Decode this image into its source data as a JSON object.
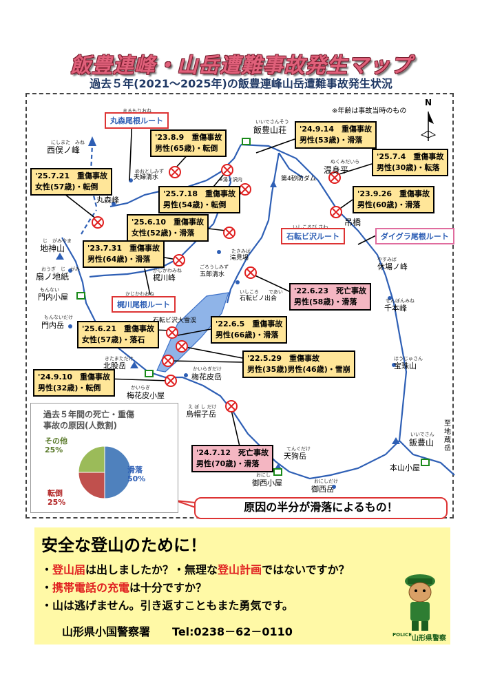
{
  "title": "飯豊連峰・山岳遭難事故発生マップ",
  "subtitle": "過去５年(2021～2025年)の飯豊連峰山岳遭難事故発生状況",
  "note_age": "※年齢は事故当時のもの",
  "compass": "N",
  "routes": {
    "marumori": "丸森尾根ルート",
    "marumori_ruby": "まるもりおね",
    "kajikawa": "梶川尾根ルート",
    "kajikawa_ruby": "かじかわおね",
    "ishikorobi": "石転ビ沢ルート",
    "ishikorobi_ruby": "いしころび さわ",
    "daigura": "ダイグラ尾根ルート"
  },
  "places": {
    "iide_sanso": "飯豊山荘",
    "iide_sanso_ruby": "いいでさんそう",
    "nishimata": "西俣ノ峰",
    "nishimata_ruby": "にしまた　みね",
    "yumi_dammu": "第4砂防ダム",
    "nukumidaira": "温身平",
    "nukumidaira_ruby": "ぬくみだいら",
    "mezawa": "夫婦清水",
    "mezawa_ruby": "めおとしみず",
    "nuno_tsuri": "※湯ノ沢内",
    "marumori_mine": "丸森峰",
    "tsuribashi": "吊橋",
    "jigamiyama": "地神山",
    "jigamiyama_ruby": "じ　がみやま",
    "takimi": "滝見場",
    "takimi_ruby": "たきみば",
    "kajikawa_mine": "梶川峰",
    "kajikawa_mine_ruby": "かじかわみね",
    "goro": "五郎清水",
    "goro_ruby": "ごろうしみず",
    "ogino": "扇ノ地紙",
    "ogino_ruby": "おうぎ　じ　がみ",
    "kyuba": "休場ノ峰",
    "kyuba_ruby": "やすみば",
    "monnai_hut": "門内小屋",
    "monnai_hut_ruby": "もんない",
    "ishikorobi_de": "石転ビノ出合",
    "ishikorobi_de_ruby": "いしころ　　であい",
    "senbon": "千本峰",
    "senbon_ruby": "せんぼんみね",
    "monnai_peak": "門内岳",
    "monnai_peak_ruby": "もんないだけ",
    "daisekkei": "石転ビ沢大雪渓",
    "kitamata": "北股岳",
    "kitamata_ruby": "きたまただけ",
    "kairagi": "梅花皮岳",
    "kairagi_ruby": "かいらぎだけ",
    "kairagi_hut": "梅花皮小屋",
    "kairagi_hut_ruby": "かいらぎ",
    "hojuzan": "宝珠山",
    "hojuzan_ruby": "ほうじゅさん",
    "eboshi": "烏帽子岳",
    "eboshi_ruby": "え ぼ し だけ",
    "tenguu": "天狗岳",
    "tenguu_ruby": "てんぐだけ",
    "iidesan": "飯豊山",
    "iidesan_ruby": "いいでさん",
    "honyama": "本山小屋",
    "onishi_hut": "御西小屋",
    "onishi_hut_ruby": "おにし",
    "onishi_peak": "御西岳",
    "onishi_peak_ruby": "おにしだけ",
    "shichi": "至地蔵岳"
  },
  "incidents": [
    {
      "date": "'24.9.14",
      "type": "重傷事故",
      "detail": "男性(53歳)・滑落",
      "pink": false
    },
    {
      "date": "'23.8.9",
      "type": "重傷事故",
      "detail": "男性(65歳)・転倒",
      "pink": false
    },
    {
      "date": "'25.7.4",
      "type": "重傷事故",
      "detail": "男性(30歳)・転落",
      "pink": false
    },
    {
      "date": "'25.7.21",
      "type": "重傷事故",
      "detail": "女性(57歳)・転倒",
      "pink": false
    },
    {
      "date": "'25.7.18",
      "type": "重傷事故",
      "detail": "男性(54歳)・転倒",
      "pink": false
    },
    {
      "date": "'23.9.26",
      "type": "重傷事故",
      "detail": "男性(60歳)・滑落",
      "pink": false
    },
    {
      "date": "'25.6.10",
      "type": "重傷事故",
      "detail": "女性(52歳)・滑落",
      "pink": false
    },
    {
      "date": "'23.7.31",
      "type": "重傷事故",
      "detail": "男性(64歳)・滑落",
      "pink": false
    },
    {
      "date": "'22.6.23",
      "type": "死亡事故",
      "detail": "男性(58歳)・滑落",
      "pink": true
    },
    {
      "date": "'22.6.5",
      "type": "重傷事故",
      "detail": "男性(66歳)・滑落",
      "pink": false
    },
    {
      "date": "'25.6.21",
      "type": "重傷事故",
      "detail": "女性(57歳)・落石",
      "pink": false
    },
    {
      "date": "'22.5.29",
      "type": "重傷事故",
      "detail": "男性(35歳)男性(46歳)・雪崩",
      "pink": false
    },
    {
      "date": "'24.9.10",
      "type": "重傷事故",
      "detail": "男性(32歳)・転倒",
      "pink": false
    },
    {
      "date": "'24.7.12",
      "type": "死亡事故",
      "detail": "男性(70歳)・滑落",
      "pink": true
    }
  ],
  "pie": {
    "title_line1": "過去５年間の死亡・重傷",
    "title_line2": "事故の原因(人数割)"
  },
  "chart_data": {
    "type": "pie",
    "title": "過去５年間の死亡・重傷事故の原因(人数割)",
    "categories": [
      "滑落",
      "転倒",
      "その他"
    ],
    "values": [
      50,
      25,
      25
    ],
    "units": "%",
    "colors": [
      "#4f81bd",
      "#c0504d",
      "#9bbb59"
    ]
  },
  "pie_labels": {
    "slip": "滑落",
    "slip_pct": "50%",
    "fall": "転倒",
    "fall_pct": "25%",
    "other": "その他",
    "other_pct": "25%"
  },
  "conclusion": "原因の半分が滑落によるもの！",
  "safety": {
    "title": "安全な登山のために！",
    "row1_a": "・",
    "row1_b": "登山届",
    "row1_c": "は出しましたか？・無理な",
    "row1_d": "登山計画",
    "row1_e": "ではないですか？",
    "row2_a": "・",
    "row2_b": "携帯電話の充電",
    "row2_c": "は十分ですか？",
    "row3": "・山は逃げません。引き返すこともまた勇気です。",
    "org": "山形県小国警察署",
    "tel": "Tel:0238－62－0110",
    "police": "山形県警察",
    "police_en": "POLICE"
  }
}
